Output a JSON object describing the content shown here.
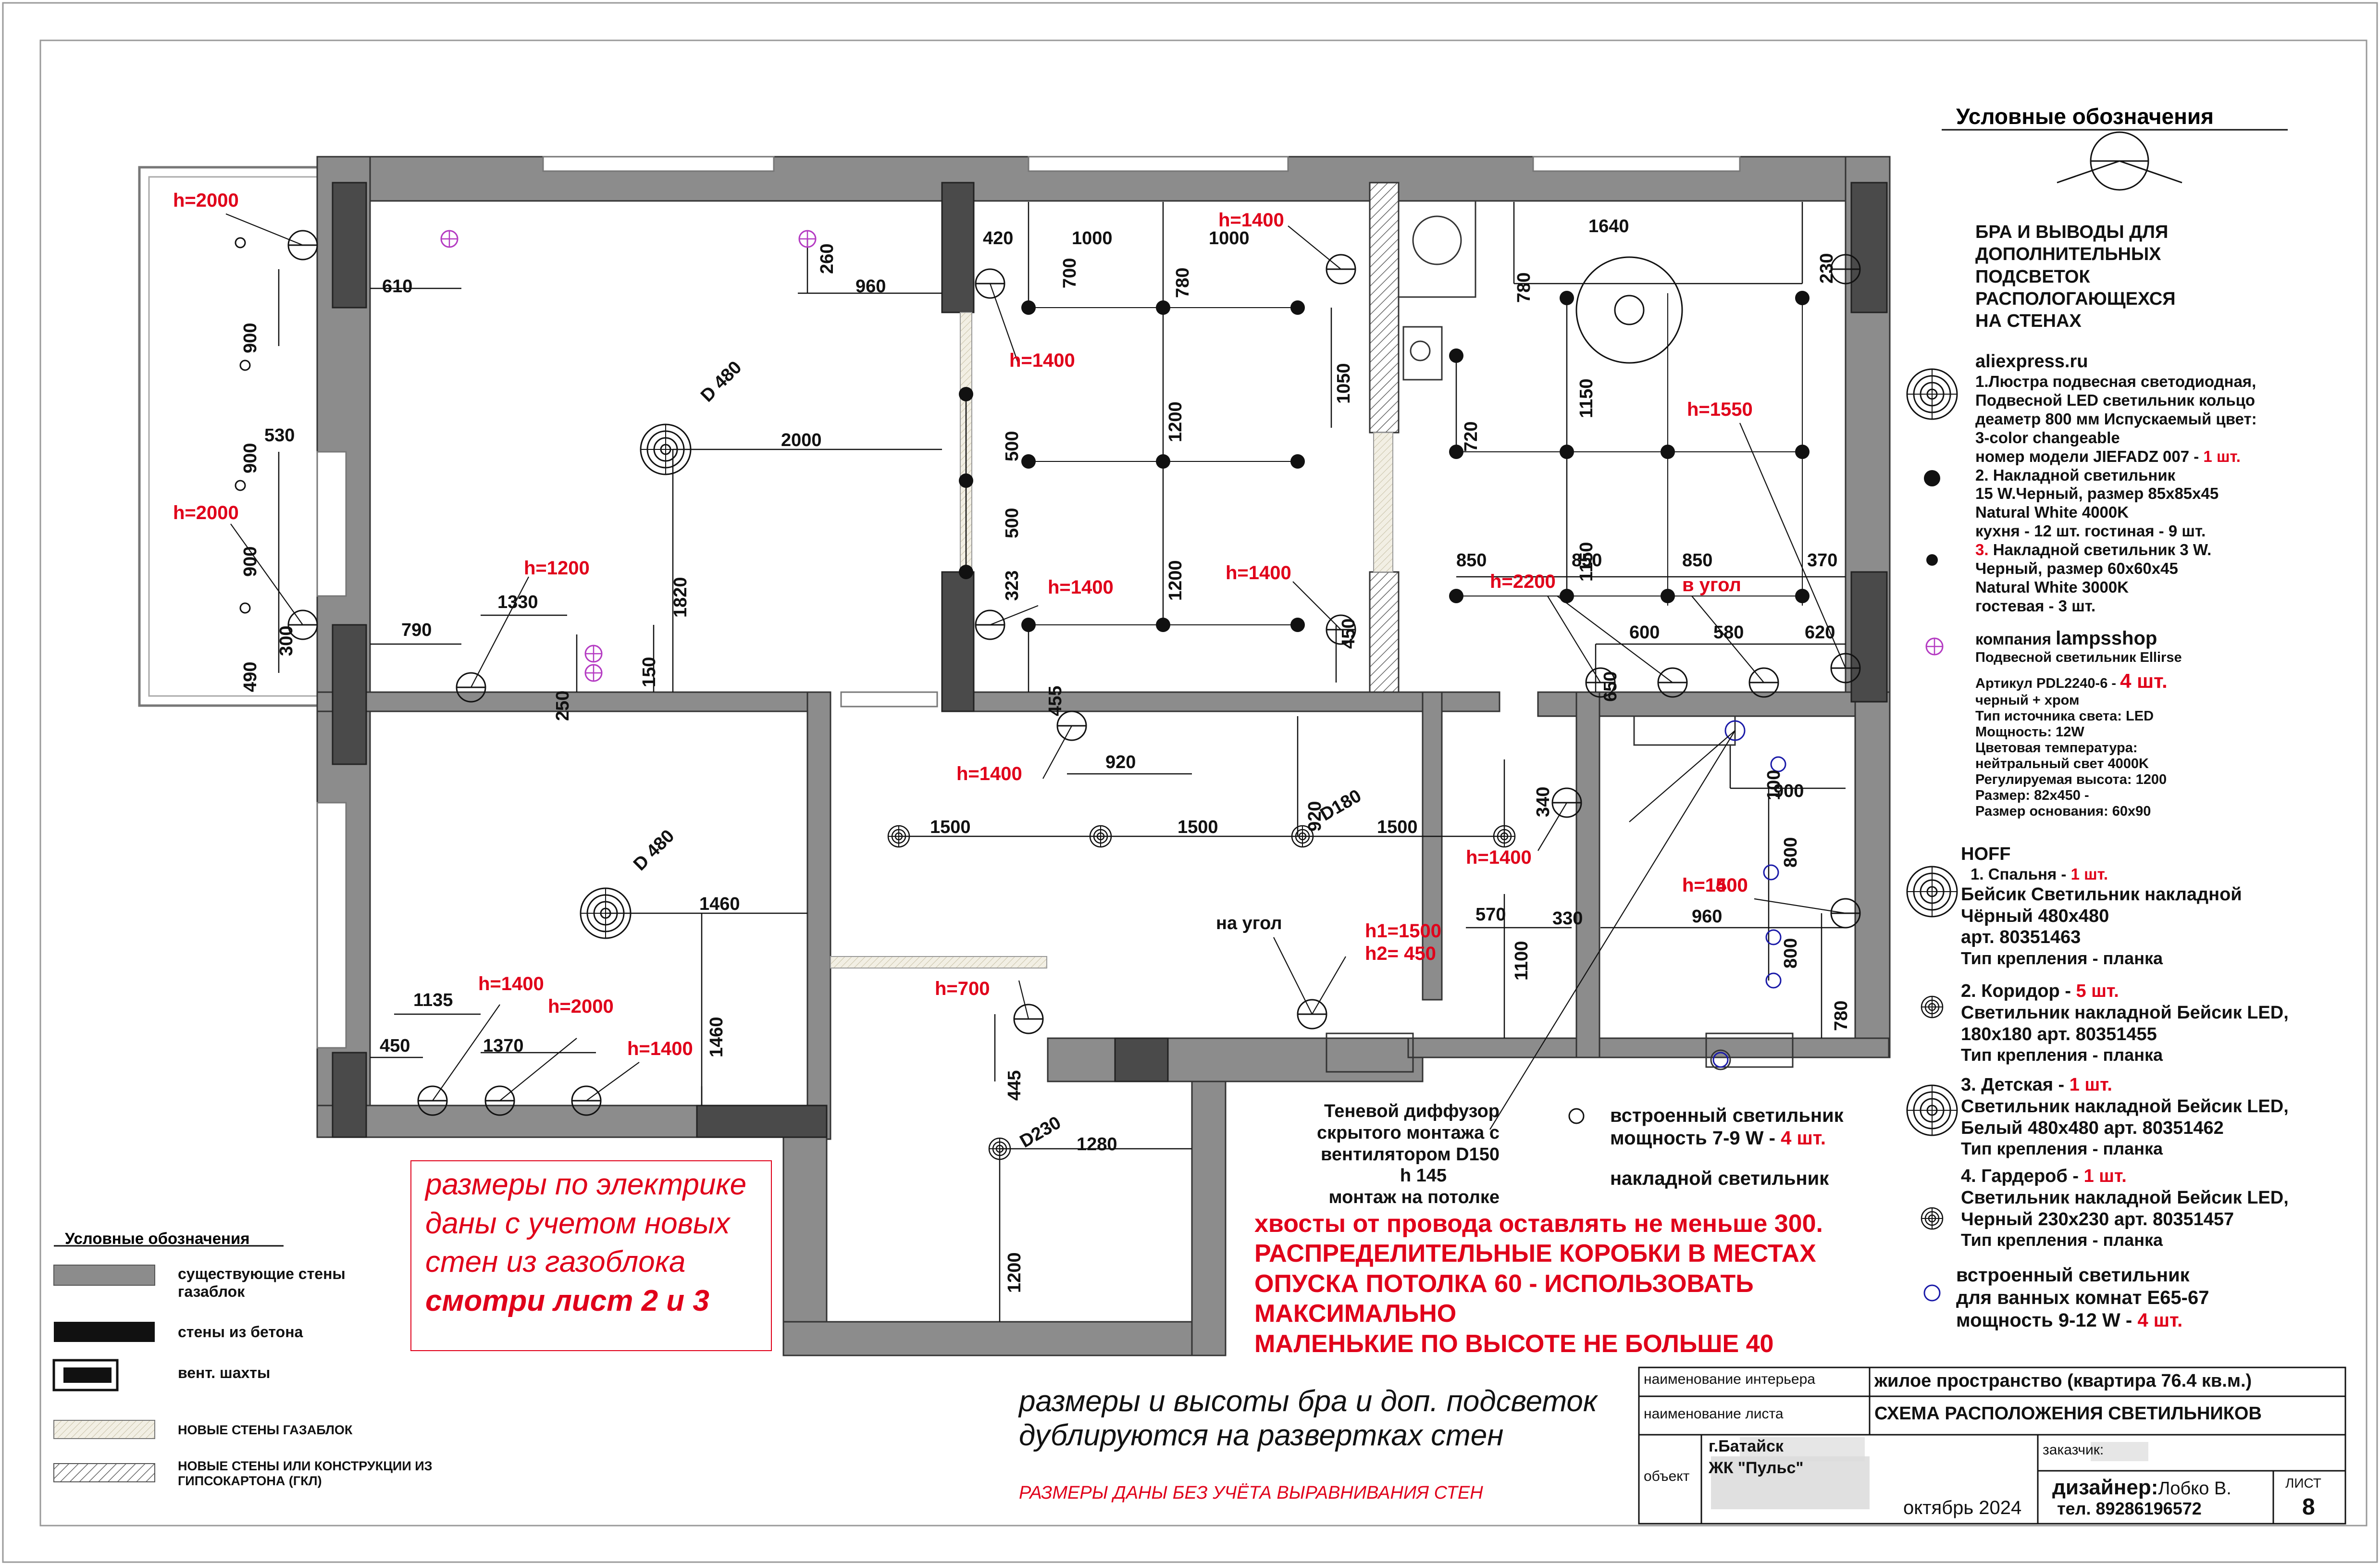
{
  "legend_top": {
    "title": "Условные обозначения",
    "bra_title": [
      "БРА И ВЫВОДЫ ДЛЯ",
      "ДОПОЛНИТЕЛЬНЫХ",
      "ПОДСВЕТОК",
      "РАСПОЛОГАЮЩЕХСЯ",
      "НА СТЕНАХ"
    ],
    "ali_title": "aliexpress.ru",
    "ali_lines": [
      "1.Люстра подвесная светодиодная,",
      "Подвесной LED светильник кольцо",
      "деаметр 800 мм Испускаемый цвет:",
      "3-color changeable"
    ],
    "ali_model": "номер модели JIEFADZ 007 - ",
    "ali_model_qty": "1 шт.",
    "item2_lines": [
      "2. Накладной светильник",
      "15 W.Черный, размер 85х85х45",
      "Natural White 4000K"
    ],
    "item2_qty": "кухня - 12 шт. гостиная - 9 шт.",
    "item3_num": "3.",
    "item3_lines": [
      " Накладной светильник 3 W.",
      "Черный, размер 60х60х45",
      "Natural White 3000K"
    ],
    "item3_qty": "гостевая - 3 шт.",
    "lamps_company": "компания ",
    "lamps_name": "lampsshop",
    "lamps_sub": "Подвесной светильник Ellirse",
    "lamps_art": "Артикул PDL2240-6 - ",
    "lamps_qty": "4 шт.",
    "lamps_lines": [
      "черный + хром",
      "Тип источника света: LED",
      "Мощность: 12W",
      "Цветовая температура:",
      "нейтральный свет 4000K",
      "Регулируемая высота: 1200",
      "Размер: 82х450 -"
    ],
    "lamps_base": "Размер основания: 60х90",
    "hoff_title": "HOFF",
    "hoff1": "1.   Спальня - ",
    "hoff1_qty": "1 шт.",
    "hoff1_lines": [
      "Бейсик Светильник накладной",
      "Чёрный 480х480",
      "арт. 80351463"
    ],
    "hoff_mount": "Тип крепления - планка",
    "hoff2": "2. Коридор - ",
    "hoff2_qty": "5 шт.",
    "hoff2_lines": [
      "Светильник накладной Бейсик LED,",
      "180х180 арт. 80351455"
    ],
    "hoff3": "3. Детская - ",
    "hoff3_qty": "1 шт.",
    "hoff3_lines": [
      "Светильник накладной Бейсик LED,",
      "Белый 480х480 арт. 80351462"
    ],
    "hoff4": "4. Гардероб  - ",
    "hoff4_qty": "1 шт.",
    "hoff4_lines": [
      "Светильник накладной Бейсик LED,",
      "Черный 230х230 арт. 80351457"
    ],
    "bath_lines": [
      "встроенный светильник",
      "для ванных комнат Е65-67"
    ],
    "bath_power": "мощность 9-12 W - ",
    "bath_qty": "4 шт."
  },
  "legend_bottom": {
    "title": "Условные обозначения",
    "items": [
      "существующие стены\nгазаблок",
      "стены из бетона",
      "вент. шахты",
      "НОВЫЕ СТЕНЫ ГАЗАБЛОК",
      "НОВЫЕ СТЕНЫ ИЛИ КОНСТРУКЦИИ ИЗ\nГИПСОКАРТОНА (ГКЛ)"
    ]
  },
  "notes": {
    "red_box": [
      "размеры по электрике",
      "даны с учетом новых",
      "стен из газоблока"
    ],
    "red_box_bold": "смотри лист 2 и 3",
    "diffuser": [
      "Теневой диффузор",
      "скрытого монтажа с",
      "вентилятором D150",
      "h 145",
      "монтаж на потолке"
    ],
    "embedded": "встроенный светильник",
    "embedded_power": "мощность 7-9 W - ",
    "embedded_qty": "4 шт.",
    "surface": "накладной светильник",
    "warning": [
      "хвосты от провода оставлять не меньше 300.",
      "РАСПРЕДЕЛИТЕЛЬНЫЕ КОРОБКИ В МЕСТАХ",
      "ОПУСКА ПОТОЛКА 60 - ИСПОЛЬЗОВАТЬ",
      "МАКСИМАЛЬНО",
      "МАЛЕНЬКИЕ ПО ВЫСОТЕ НЕ БОЛЬШЕ 40"
    ],
    "dup": [
      "размеры и высоты бра и доп. подсветок",
      "дублируются на развертках стен"
    ],
    "no_align": "РАЗМЕРЫ ДАНЫ БЕЗ УЧЁТА ВЫРАВНИВАНИЯ СТЕН"
  },
  "title_block": {
    "interior_label": "наименование интерьера",
    "interior_value": "жилое пространство (квартира 76.4 кв.м.)",
    "sheet_label": "наименование листа",
    "sheet_value": "СХЕМА РАСПОЛОЖЕНИЯ СВЕТИЛЬНИКОВ",
    "object_label": "объект",
    "object_city": "г.Батайск",
    "object_complex": "ЖК \"Пульс\"",
    "customer_label": "заказчик:",
    "designer_label": "дизайнер:",
    "designer_name": "Лобко В.",
    "phone": "тел. 89286196572",
    "date": "октябрь 2024",
    "sheet_no_label": "ЛИСТ",
    "sheet_no": "8"
  },
  "plan_labels": {
    "heights": [
      "h=2000",
      "h=2000",
      "h=1200",
      "h=1400",
      "h=1400",
      "h=1400",
      "h=1400",
      "h=1400",
      "h=1550",
      "h=2200",
      "в угол",
      "h=1400",
      "h=1400",
      "h=1500",
      "h=700",
      "h1=1500",
      "h2= 450",
      "h=1400",
      "h=2000",
      "h=1400"
    ],
    "dims": [
      "610",
      "960",
      "260",
      "2000",
      "1820",
      "1330",
      "790",
      "250",
      "150",
      "530",
      "900",
      "900",
      "900",
      "300",
      "490",
      "420",
      "700",
      "1000",
      "780",
      "1000",
      "1050",
      "1200",
      "1200",
      "500",
      "500",
      "323",
      "455",
      "450",
      "1640",
      "230",
      "780",
      "720",
      "1150",
      "1150",
      "850",
      "850",
      "850",
      "370",
      "650",
      "600",
      "580",
      "620",
      "920",
      "920",
      "340",
      "1500",
      "1500",
      "1500",
      "100",
      "900",
      "800",
      "800",
      "570",
      "330",
      "960",
      "780",
      "1100",
      "1460",
      "1460",
      "1135",
      "1370",
      "450",
      "445",
      "1280",
      "1200"
    ],
    "diameters": [
      "D 480",
      "D 480",
      "D180",
      "D230"
    ],
    "to_corner": "на угол"
  }
}
